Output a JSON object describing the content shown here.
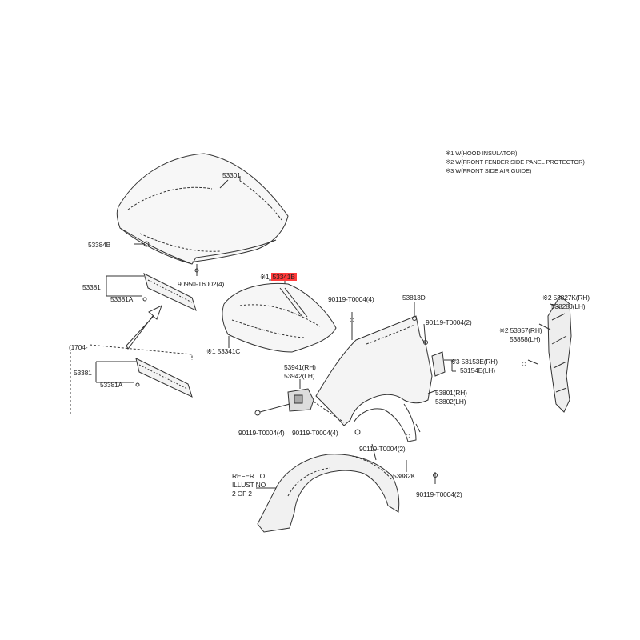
{
  "notes": [
    "※1 W(HOOD INSULATOR)",
    "※2 W(FRONT FENDER SIDE PANEL PROTECTOR)",
    "※3 W(FRONT SIDE AIR GUIDE)"
  ],
  "labels": {
    "hood": "53301",
    "hood_clip": "53384B",
    "cowl_seal": "53381",
    "cowl_seal_clip": "53381A",
    "insulator_clip_bolt": "90950-T6002(4)",
    "insulator": "53341B",
    "insulator_mark": "※1",
    "insulator_clip": "53341C",
    "insulator_clip_mark": "※1",
    "variant_date": "(1704-",
    "cowl_seal_2": "53381",
    "cowl_seal_clip_2": "53381A",
    "bolt_a": "90119-T0004(4)",
    "nut_a": "53813D",
    "bolt_b": "90119-T0004(2)",
    "side_panel_rh": "53827K(RH)",
    "side_panel_lh": "53828J(LH)",
    "side_panel_mark": "※2",
    "air_guide_rh": "53857(RH)",
    "air_guide_lh": "53858(LH)",
    "air_guide_mark": "※2",
    "seal_rh": "53153E(RH)",
    "seal_lh": "53154E(LH)",
    "seal_mark": "※3",
    "bracket_rh": "53941(RH)",
    "bracket_lh": "53942(LH)",
    "fender_rh": "53801(RH)",
    "fender_lh": "53802(LH)",
    "bolt_c": "90119-T0004(4)",
    "bolt_d": "90119-T0004(4)",
    "bolt_e": "90119-T0004(2)",
    "liner_clip": "53882K",
    "bolt_f": "90119-T0004(2)",
    "refer_1": "REFER TO",
    "refer_2": "ILLUST NO",
    "refer_3": "2  OF  2"
  },
  "colors": {
    "highlight": "#ff3b3b",
    "line": "#333333"
  }
}
